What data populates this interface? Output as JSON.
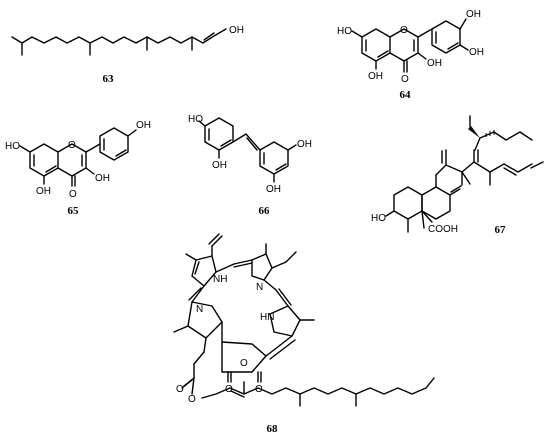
{
  "compounds": [
    {
      "label": "63",
      "atoms": {
        "oh": "OH"
      }
    },
    {
      "label": "64",
      "atoms": {
        "oh_7": "HO",
        "oh_5": "OH",
        "ring_o": "O",
        "carbonyl_o": "O",
        "oh_3": "OH",
        "oh_3p": "OH",
        "oh_4p": "OH"
      }
    },
    {
      "label": "65",
      "atoms": {
        "oh_7": "HO",
        "oh_5": "OH",
        "ring_o": "O",
        "carbonyl_o": "O",
        "oh_3": "OH",
        "oh_4p": "OH"
      }
    },
    {
      "label": "66",
      "atoms": {
        "oh_4p": "HO",
        "oh_2p": "OH",
        "oh_3": "OH",
        "oh_5": "OH"
      }
    },
    {
      "label": "67",
      "atoms": {
        "oh": "HO",
        "cooh": "COOH"
      }
    },
    {
      "label": "68",
      "atoms": {
        "nh_a": "NH",
        "n_b": "N",
        "n_c": "N",
        "nh_d": "HN",
        "anhydride_o1": "O",
        "anhydride_o2": "O",
        "anhydride_o3": "O",
        "ester_o1": "O",
        "ester_o2": "O"
      }
    }
  ]
}
